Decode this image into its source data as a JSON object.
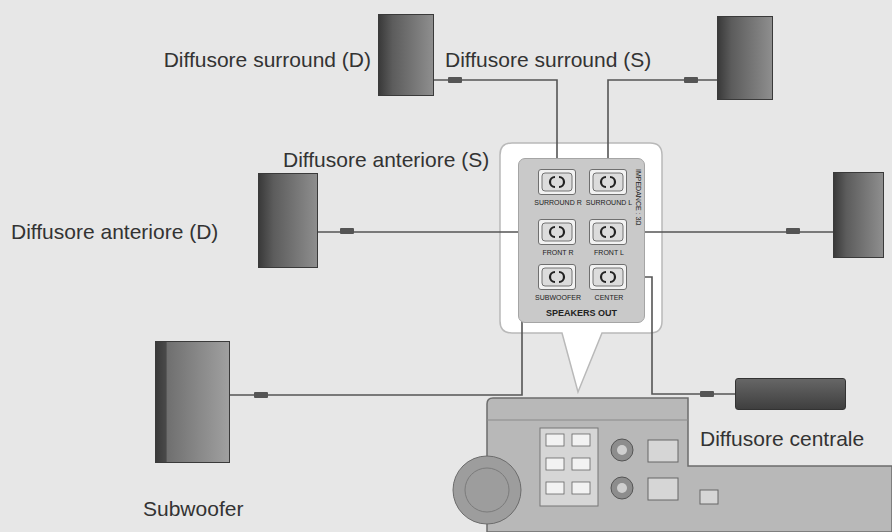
{
  "diagram": {
    "nodes": [
      {
        "text": [
          "Diffusore surround (D)"
        ]
      },
      {
        "text": [
          "Diffusore surround (S)"
        ]
      },
      {
        "text": [
          "Diffusore anteriore (D)"
        ]
      },
      {
        "text": [
          "SPEAKERS OUT",
          "IMPEDANCE : 3Ω"
        ]
      },
      {
        "text": [
          "SURROUND R"
        ],
        "in": 3
      },
      {
        "text": [
          "SURROUND L"
        ],
        "in": 3
      },
      {
        "text": [
          "FRONT R"
        ],
        "in": 3
      },
      {
        "text": [
          "FRONT L"
        ],
        "in": 3
      },
      {
        "text": [
          "SUBWOOFER"
        ],
        "in": 3
      },
      {
        "text": [
          "CENTER"
        ],
        "in": 3
      },
      {
        "text": [
          "Diffusore anteriore (S)"
        ]
      },
      {
        "text": [
          "Subwoofer"
        ]
      },
      {
        "text": [
          "Diffusore centrale"
        ]
      }
    ],
    "edges": [
      {
        "from": 4,
        "to": 0,
        "arrow": "none"
      },
      {
        "from": 5,
        "to": 1,
        "arrow": "none"
      },
      {
        "from": 6,
        "to": 2,
        "arrow": "none"
      },
      {
        "from": 7,
        "to": 10,
        "arrow": "none"
      },
      {
        "from": 8,
        "to": 11,
        "arrow": "none"
      },
      {
        "from": 9,
        "to": 12,
        "arrow": "none"
      }
    ]
  }
}
